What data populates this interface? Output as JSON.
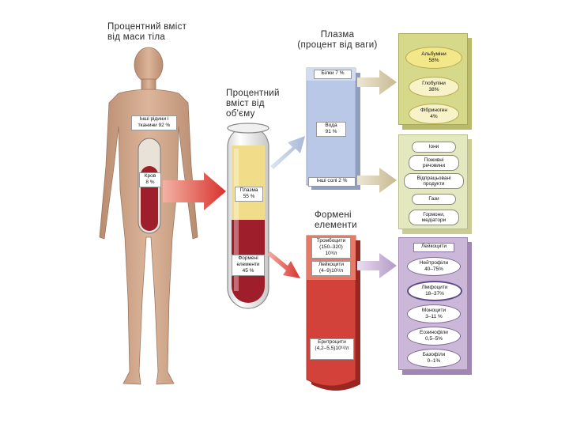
{
  "titles": {
    "body_percent": "Процентний вміст\nвід маси тіла",
    "plasma": "Плазма\n(процент від ваги)",
    "volume_percent": "Процентний\nвміст від\nоб'єму",
    "formed": "Формені\nелементи"
  },
  "body_labels": {
    "other_fluids": "Інші рідини і\nтканини 92 %",
    "blood": "Кров\n8 %"
  },
  "tube_labels": {
    "plasma": "Плазма\n55 %",
    "formed": "Формені\nелементи\n45 %"
  },
  "plasma_column": {
    "protein": "Білки 7 %",
    "water": "Вода\n91 %",
    "other": "Інші солі 2 %"
  },
  "formed_column": {
    "platelets": "Тромбоцити\n(150–320)\n10³/л",
    "leukocytes": "Лейкоцити\n(4–9)10³/л",
    "erythrocytes": "Еритроцити\n(4,2–5,5)10¹²/л"
  },
  "protein_panel": [
    "Альбуміни\n58%",
    "Глобуліни\n38%",
    "Фібриноген\n4%"
  ],
  "other_panel": [
    "Іони",
    "Поживні\nречовини",
    "Відпрацьовані\nпродукти",
    "Гази",
    "Гормони,\nмедіатори"
  ],
  "leukocyte_panel": {
    "title": "Лейкоцити",
    "items": [
      "Нейтрофіли\n40–75%",
      "Лімфоцити\n18–37%",
      "Моноцити\n3–11 %",
      "Еозинофіли\n0,5–5%",
      "Базофіли\n0–1%"
    ]
  },
  "colors": {
    "skin": "#cfa58a",
    "blood": "#9e1f2b",
    "plasma_yellow": "#f1dc8a",
    "plasma_blue": "#b9c8e6",
    "formed_red": "#d2423b",
    "protein_green": "#d6d98a",
    "other_green": "#e4e8bf",
    "leuk_purple": "#cbb7d8",
    "arrow_red": "#d8322d"
  }
}
